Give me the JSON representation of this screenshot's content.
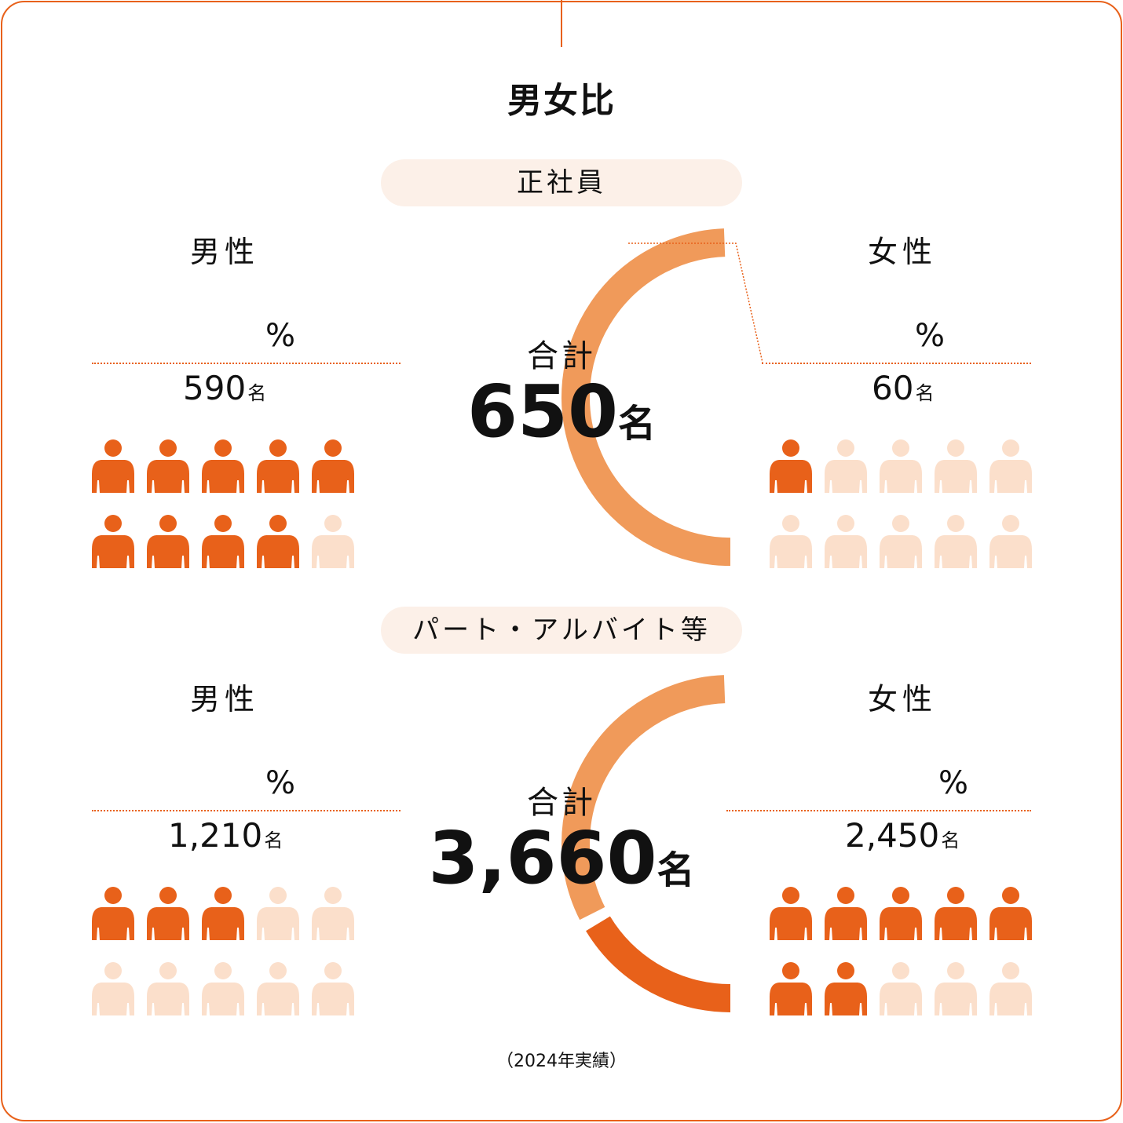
{
  "title": "男女比",
  "note": "（2024年実績）",
  "colors": {
    "female": "#e8611a",
    "male": "#f09a5a",
    "inactive": "#fbdfcb"
  },
  "chart_data": [
    {
      "type": "pie",
      "title": "正社員",
      "total_label": "合計",
      "total": "650",
      "unit": "名",
      "series": [
        {
          "name": "女性",
          "value": 60,
          "count_label": "60",
          "pct_label": "%"
        },
        {
          "name": "男性",
          "value": 590,
          "count_label": "590",
          "pct_label": "%"
        }
      ],
      "icons": {
        "male_filled": 9,
        "female_filled": 1,
        "per_row": 5,
        "total": 10
      }
    },
    {
      "type": "pie",
      "title": "パート・アルバイト等",
      "total_label": "合計",
      "total": "3,660",
      "unit": "名",
      "series": [
        {
          "name": "女性",
          "value": 2450,
          "count_label": "2,450",
          "pct_label": "%"
        },
        {
          "name": "男性",
          "value": 1210,
          "count_label": "1,210",
          "pct_label": "%"
        }
      ],
      "icons": {
        "male_filled": 3,
        "female_filled": 7,
        "per_row": 5,
        "total": 10
      }
    }
  ]
}
